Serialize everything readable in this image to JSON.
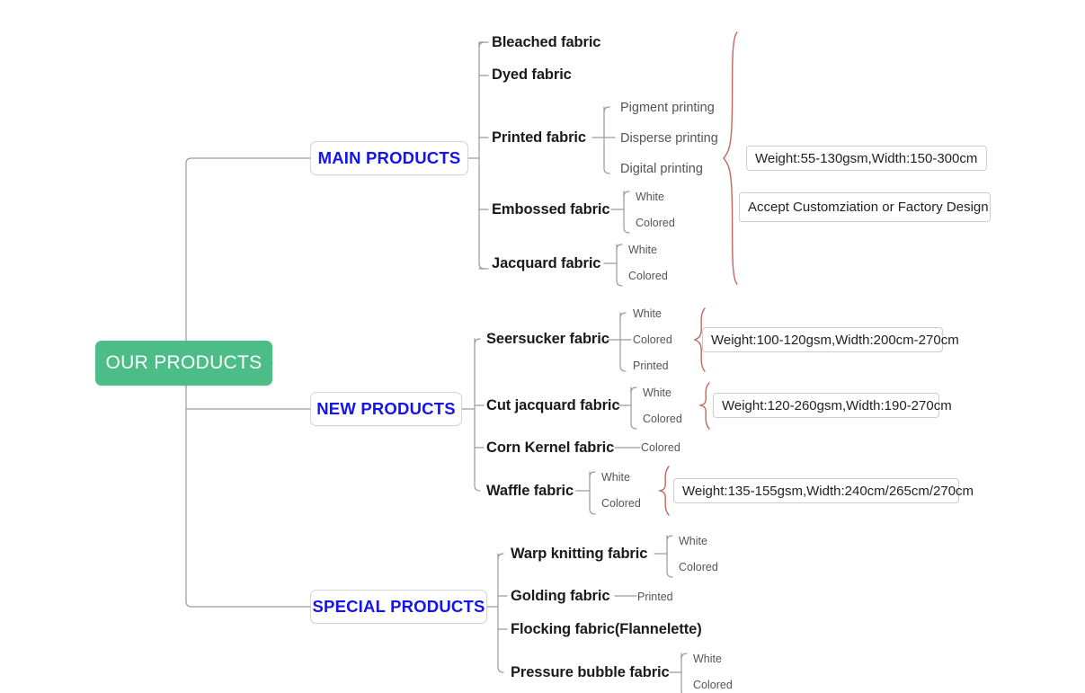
{
  "diagram": {
    "title": "OUR PRODUCTS",
    "type": "mind-map",
    "colors": {
      "root_fill": "#4dbd87",
      "root_text": "#ffffff",
      "category_text": "#1414ee",
      "brace": "#c0695f",
      "connector": "#9a9a9a",
      "background": "#ffffff"
    }
  },
  "root": {
    "label": "OUR PRODUCTS"
  },
  "categories": [
    {
      "label": "MAIN PRODUCTS",
      "products": [
        {
          "label": "Bleached fabric",
          "children": []
        },
        {
          "label": "Dyed fabric",
          "children": []
        },
        {
          "label": "Printed fabric",
          "children": [
            "Pigment printing",
            "Disperse printing",
            "Digital printing"
          ]
        },
        {
          "label": "Embossed fabric",
          "children": [
            "White",
            "Colored"
          ]
        },
        {
          "label": "Jacquard fabric",
          "children": [
            "White",
            "Colored"
          ]
        }
      ],
      "notes": [
        "Weight:55-130gsm,Width:150-300cm",
        "Accept Customziation or Factory Design"
      ]
    },
    {
      "label": "NEW PRODUCTS",
      "products": [
        {
          "label": "Seersucker fabric",
          "children": [
            "White",
            "Colored",
            "Printed"
          ],
          "note": "Weight:100-120gsm,Width:200cm-270cm"
        },
        {
          "label": "Cut jacquard fabric",
          "children": [
            "White",
            "Colored"
          ],
          "note": "Weight:120-260gsm,Width:190-270cm"
        },
        {
          "label": "Corn Kernel fabric",
          "children": [
            "Colored"
          ]
        },
        {
          "label": "Waffle fabric",
          "children": [
            "White",
            "Colored"
          ],
          "note": "Weight:135-155gsm,Width:240cm/265cm/270cm"
        }
      ]
    },
    {
      "label": "SPECIAL PRODUCTS",
      "products": [
        {
          "label": "Warp knitting fabric",
          "children": [
            "White",
            "Colored"
          ]
        },
        {
          "label": "Golding fabric",
          "children": [
            "Printed"
          ]
        },
        {
          "label": "Flocking fabric(Flannelette)",
          "children": []
        },
        {
          "label": "Pressure bubble fabric",
          "children": [
            "White",
            "Colored"
          ]
        }
      ]
    }
  ],
  "notes": {
    "main_weight": "Weight:55-130gsm,Width:150-300cm",
    "main_custom": "Accept Customziation or Factory Design",
    "seersucker_weight": "Weight:100-120gsm,Width:200cm-270cm",
    "cutjacquard_weight": "Weight:120-260gsm,Width:190-270cm",
    "waffle_weight": "Weight:135-155gsm,Width:240cm/265cm/270cm"
  }
}
